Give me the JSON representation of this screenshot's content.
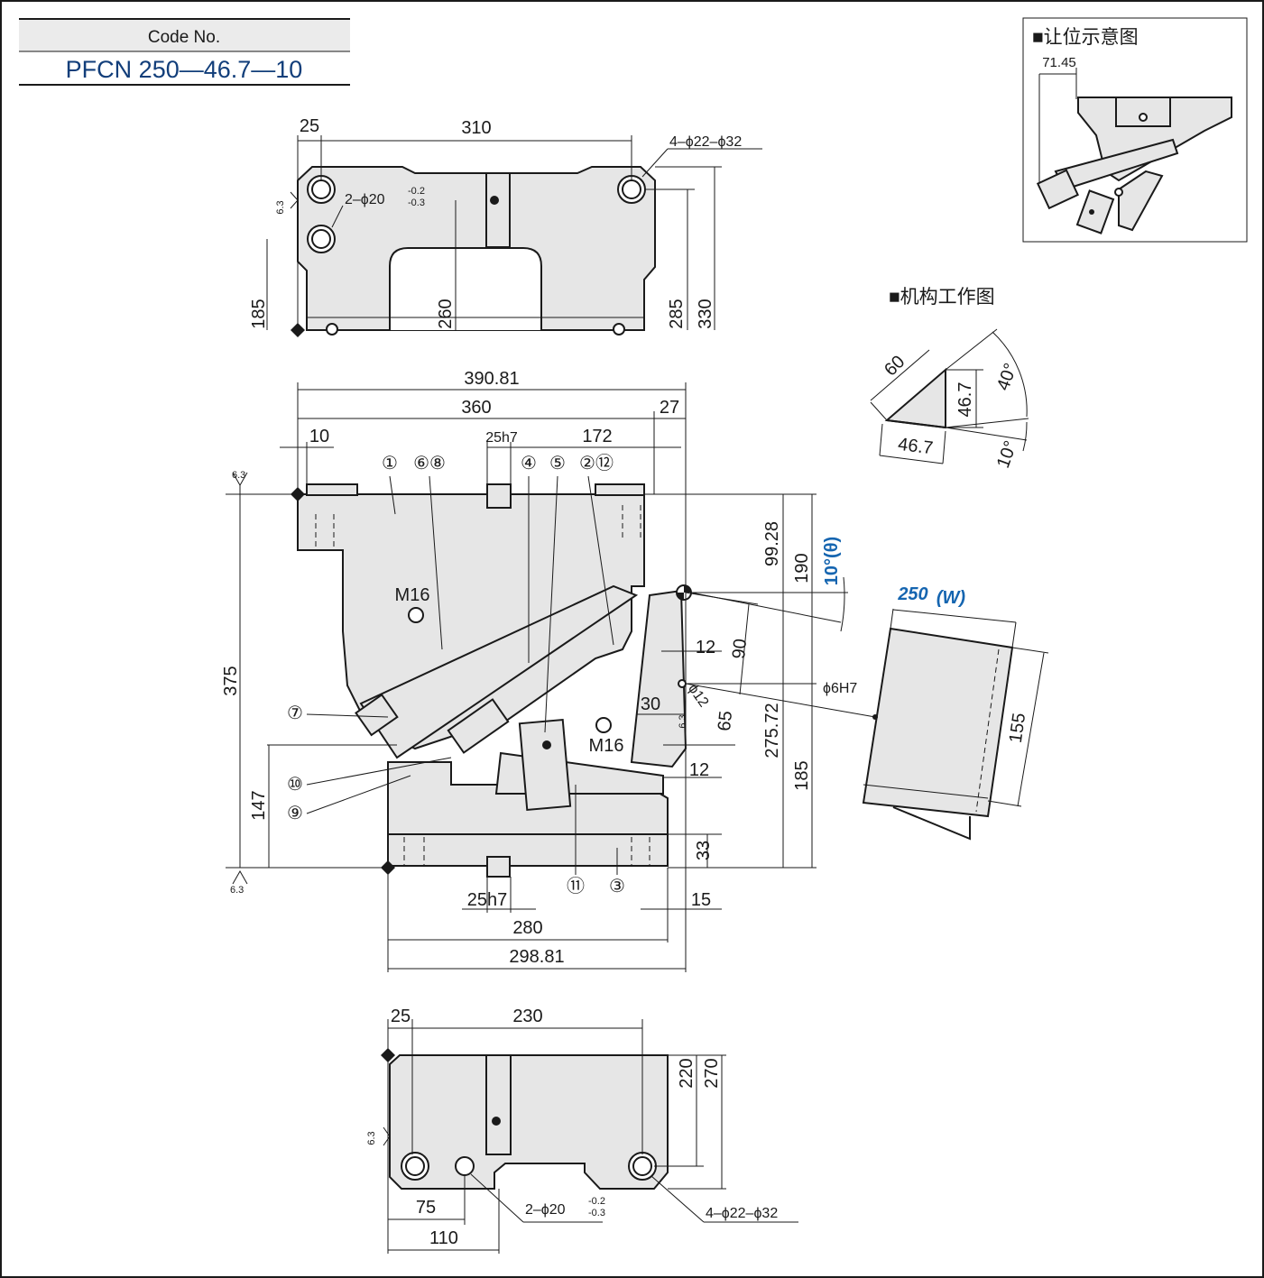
{
  "code_box": {
    "header": "Code No.",
    "code": "PFCN 250—46.7—10"
  },
  "top_view": {
    "dims": [
      "25",
      "310",
      "185",
      "260",
      "285",
      "330"
    ],
    "hole_callout_a": "4–ϕ22–ϕ32",
    "hole_callout_b": "2–ϕ20",
    "tol_upper": "-0.2",
    "tol_lower": "-0.3",
    "roughness": "6.3"
  },
  "front_view": {
    "dims": [
      "390.81",
      "360",
      "27",
      "10",
      "25h7",
      "172",
      "375",
      "147",
      "99.28",
      "190",
      "275.72",
      "185",
      "12",
      "90",
      "30",
      "65",
      "12",
      "33",
      "15",
      "280",
      "298.81",
      "25h7"
    ],
    "angle_label": "10°(θ)",
    "thread_labels": [
      "M16",
      "M16"
    ],
    "pin_label": "ϕ6H7",
    "roughness": "6.3",
    "phi_small": "ϕ12",
    "parts": [
      "①",
      "⑥⑧",
      "④",
      "⑤",
      "②⑫",
      "⑦",
      "⑩",
      "⑨",
      "⑪",
      "③"
    ]
  },
  "bottom_view": {
    "dims": [
      "25",
      "230",
      "220",
      "270",
      "75",
      "110"
    ],
    "hole_callout_a": "2–ϕ20",
    "hole_callout_b": "4–ϕ22–ϕ32",
    "tol_upper": "-0.2",
    "tol_lower": "-0.3",
    "roughness": "6.3"
  },
  "clearance": {
    "title": "■让位示意图",
    "dim": "71.45"
  },
  "mechanism": {
    "title": "■机构工作图",
    "labels": [
      "60",
      "46.7",
      "46.7",
      "40°",
      "10°"
    ]
  },
  "workpiece": {
    "width": "250",
    "width_var": "(W)",
    "height": "155"
  }
}
